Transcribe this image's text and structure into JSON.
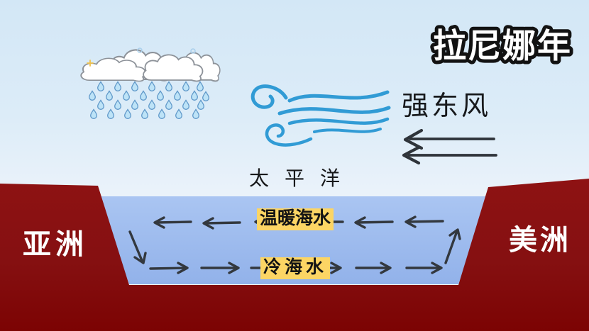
{
  "title": "拉尼娜年",
  "wind": {
    "label": "强东风",
    "direction": "westward",
    "arrow_icon": "double-left-arrow-icon"
  },
  "sky": {
    "rain_cloud_icon": "rain-cloud-icon",
    "wind_swirl_icon": "wind-swirl-icon"
  },
  "ocean": {
    "name": "太平洋",
    "surface_current": {
      "label": "温暖海水",
      "direction": "westward"
    },
    "deep_current": {
      "label": "冷海水",
      "direction": "eastward"
    },
    "left_coast_flow": "sinking",
    "right_coast_flow": "upwelling"
  },
  "continents": {
    "left": "亚洲",
    "right": "美洲"
  },
  "colors": {
    "sky_top": "#d3e7f6",
    "sky_horizon": "#f2f7fc",
    "water_top": "#aac5f2",
    "water_bottom": "#92b2ea",
    "land_top": "#8e1213",
    "land_bottom": "#7c0303",
    "label_highlight": "#fcd564",
    "current_arrow": "#33383e",
    "wind_blue": "#319bd5",
    "title_fill": "#ffffff",
    "title_stroke": "#121212"
  }
}
